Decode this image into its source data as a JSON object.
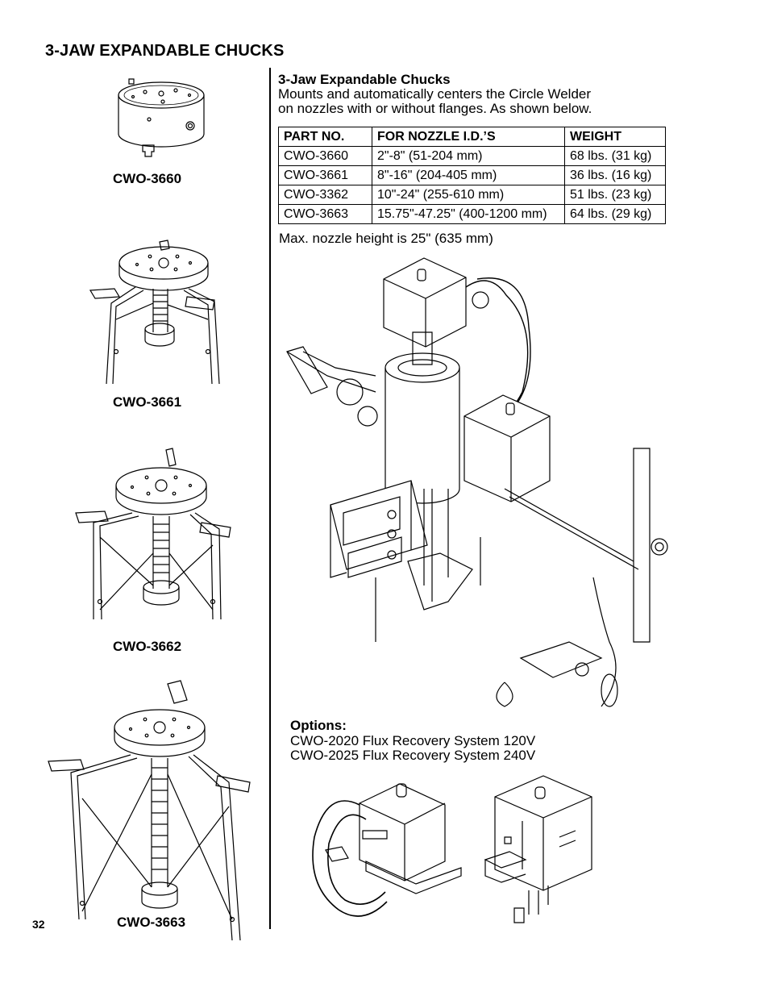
{
  "page": {
    "title": "3-JAW EXPANDABLE CHUCKS",
    "page_number": "32"
  },
  "products": [
    {
      "label": "CWO-3660"
    },
    {
      "label": "CWO-3661"
    },
    {
      "label": "CWO-3662"
    },
    {
      "label": "CWO-3663"
    }
  ],
  "intro": {
    "heading": "3-Jaw Expandable Chucks",
    "line1": "Mounts and automatically centers the Circle Welder",
    "line2": "on nozzles with or without flanges. As shown below."
  },
  "spec_table": {
    "headers": [
      "PART NO.",
      "FOR NOZZLE I.D.’S",
      "WEIGHT"
    ],
    "rows": [
      [
        "CWO-3660",
        "2\"-8\" (51-204 mm)",
        "68 lbs. (31 kg)"
      ],
      [
        "CWO-3661",
        "8\"-16\" (204-405 mm)",
        "36 lbs. (16 kg)"
      ],
      [
        "CWO-3362",
        "10\"-24\" (255-610 mm)",
        "51 lbs. (23 kg)"
      ],
      [
        "CWO-3663",
        "15.75\"-47.25\" (400-1200 mm)",
        "64 lbs. (29 kg)"
      ]
    ]
  },
  "note": "Max. nozzle height is 25\" (635 mm)",
  "options": {
    "heading": "Options:",
    "items": [
      "CWO-2020 Flux Recovery System 120V",
      "CWO-2025 Flux Recovery System 240V"
    ]
  }
}
